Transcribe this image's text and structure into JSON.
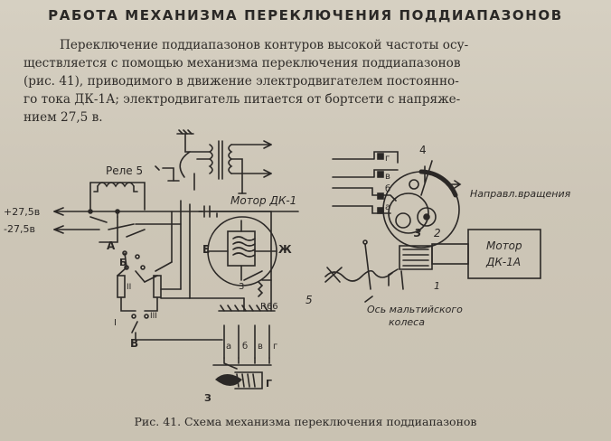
{
  "document": {
    "heading": "РАБОТА МЕХАНИЗМА ПЕРЕКЛЮЧЕНИЯ ПОДДИАПАЗОНОВ",
    "paragraph_lines": [
      "Переключение поддиапазонов контуров высокой частоты осу-",
      "ществляется с помощью механизма переключения поддиапазонов",
      "(рис. 41), приводимого в движение электродвигателем постоянно-",
      "го тока ДК-1А; электродвигатель питается от бортсети с напряже-",
      "нием 27,5 в."
    ],
    "caption": "Рис. 41. Схема механизма переключения поддиапазонов"
  },
  "figure": {
    "left": {
      "relay_label": "Реле 5",
      "plus_label": "+27,5в",
      "minus_label": "-27,5в",
      "motor_label": "Мотор ДК-1",
      "label_A": "А",
      "label_B": "Б",
      "label_V": "В",
      "label_E": "Е",
      "label_Zh": "Ж",
      "label_I": "I",
      "label_II": "II",
      "label_III": "III",
      "label_3": "3",
      "resistor_label": "R66",
      "contacts": [
        "а",
        "б",
        "в",
        "г"
      ],
      "label_G": "Г",
      "label_Z": "З"
    },
    "right": {
      "bands": [
        "г",
        "в",
        "б",
        "а"
      ],
      "label_4": "4",
      "label_5": "5",
      "label_1": "1",
      "label_2": "2",
      "label_3": "3",
      "direction": "Направл.вращения",
      "motor_line1": "Мотор",
      "motor_line2": "ДК-1А",
      "axis_line1": "Ось мальтийского",
      "axis_line2": "колеса"
    }
  }
}
